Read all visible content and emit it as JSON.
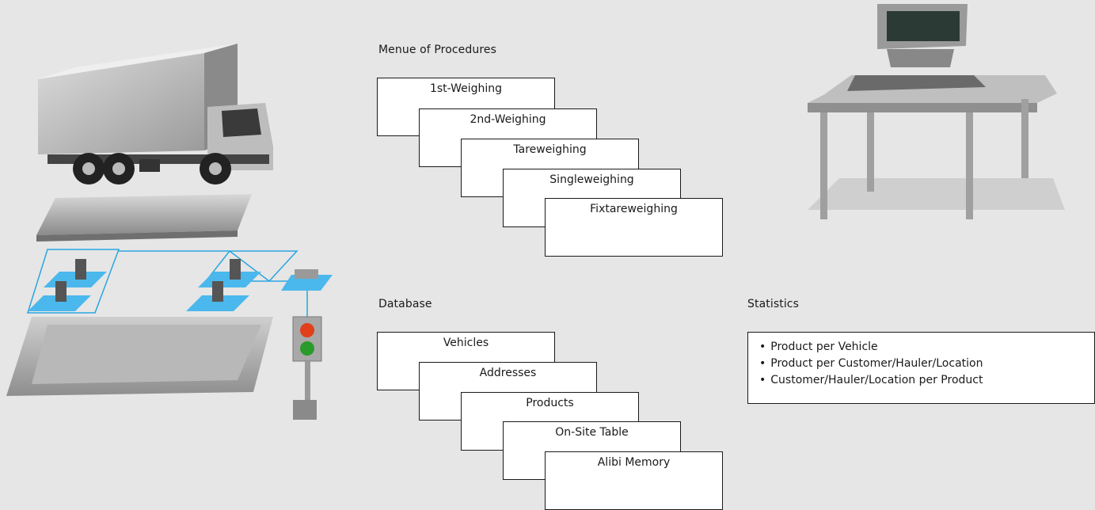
{
  "procedures": {
    "title": "Menue of Procedures",
    "items": [
      "1st-Weighing",
      "2nd-Weighing",
      "Tareweighing",
      "Singleweighing",
      "Fixtareweighing"
    ]
  },
  "database": {
    "title": "Database",
    "items": [
      "Vehicles",
      "Addresses",
      "Products",
      "On-Site Table",
      "Alibi Memory"
    ]
  },
  "statistics": {
    "title": "Statistics",
    "items": [
      "Product per Vehicle",
      "Product per Customer/Hauler/Location",
      "Customer/Hauler/Location per Product"
    ]
  },
  "colors": {
    "background": "#e6e6e6",
    "card": "#ffffff",
    "cable": "#2aa5e0",
    "pad": "#4ab8ec",
    "traffic_red": "#e0401a",
    "traffic_green": "#2a9a2a"
  }
}
